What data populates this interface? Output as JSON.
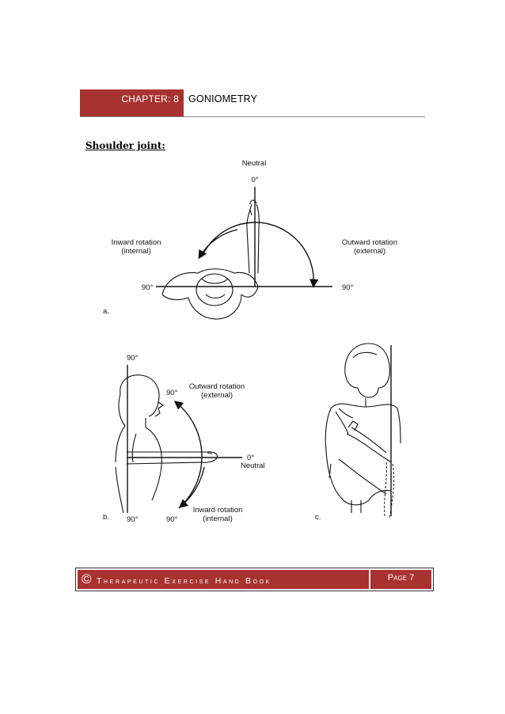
{
  "header": {
    "chapter_label": "CHAPTER: 8",
    "chapter_title": "GONIOMETRY"
  },
  "section": {
    "heading": "Shoulder joint:"
  },
  "figure_a": {
    "neutral_label": "Neutral",
    "zero_label": "0°",
    "inward_line1": "Inward rotation",
    "inward_line2": "(internal)",
    "outward_line1": "Outward rotation",
    "outward_line2": "(external)",
    "left_90": "90°",
    "right_90": "90°",
    "panel_label": "a."
  },
  "figure_b": {
    "top_90": "90°",
    "arc_90": "90°",
    "outward_line1": "Outward rotation",
    "outward_line2": "(external)",
    "zero_label": "0°",
    "neutral_label": "Neutral",
    "inward_line1": "Inward rotation",
    "inward_line2": "(internal)",
    "bottom_90_left": "90°",
    "bottom_90_right": "90°",
    "panel_label": "b."
  },
  "figure_c": {
    "panel_label": "c."
  },
  "footer": {
    "copyright_symbol": "©",
    "book_title": "Therapeutic Exercise Hand Book",
    "page_label": "Page 7"
  }
}
